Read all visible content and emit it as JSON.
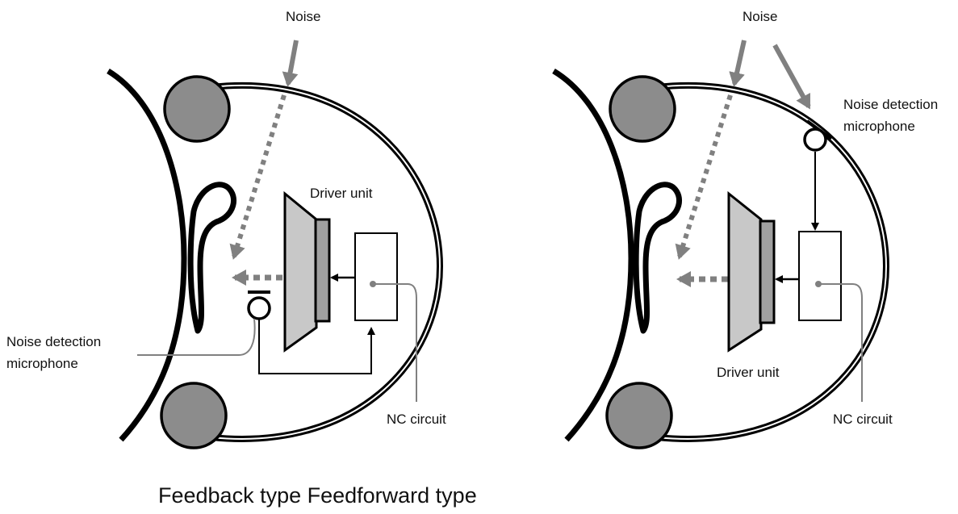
{
  "left_diagram": {
    "noise_label": "Noise",
    "driver_label": "Driver unit",
    "mic_label_line1": "Noise detection",
    "mic_label_line2": "microphone",
    "nc_label": "NC circuit"
  },
  "right_diagram": {
    "noise_label": "Noise",
    "driver_label": "Driver unit",
    "mic_label_line1": "Noise detection",
    "mic_label_line2": "microphone",
    "nc_label": "NC circuit"
  },
  "caption": "Feedback type Feedforward type",
  "colors": {
    "outline": "#000000",
    "noise_arrow": "#808080",
    "earpad": "#8c8c8c",
    "driver_cone": "#c8c8c8",
    "driver_magnet": "#a0a0a0"
  }
}
